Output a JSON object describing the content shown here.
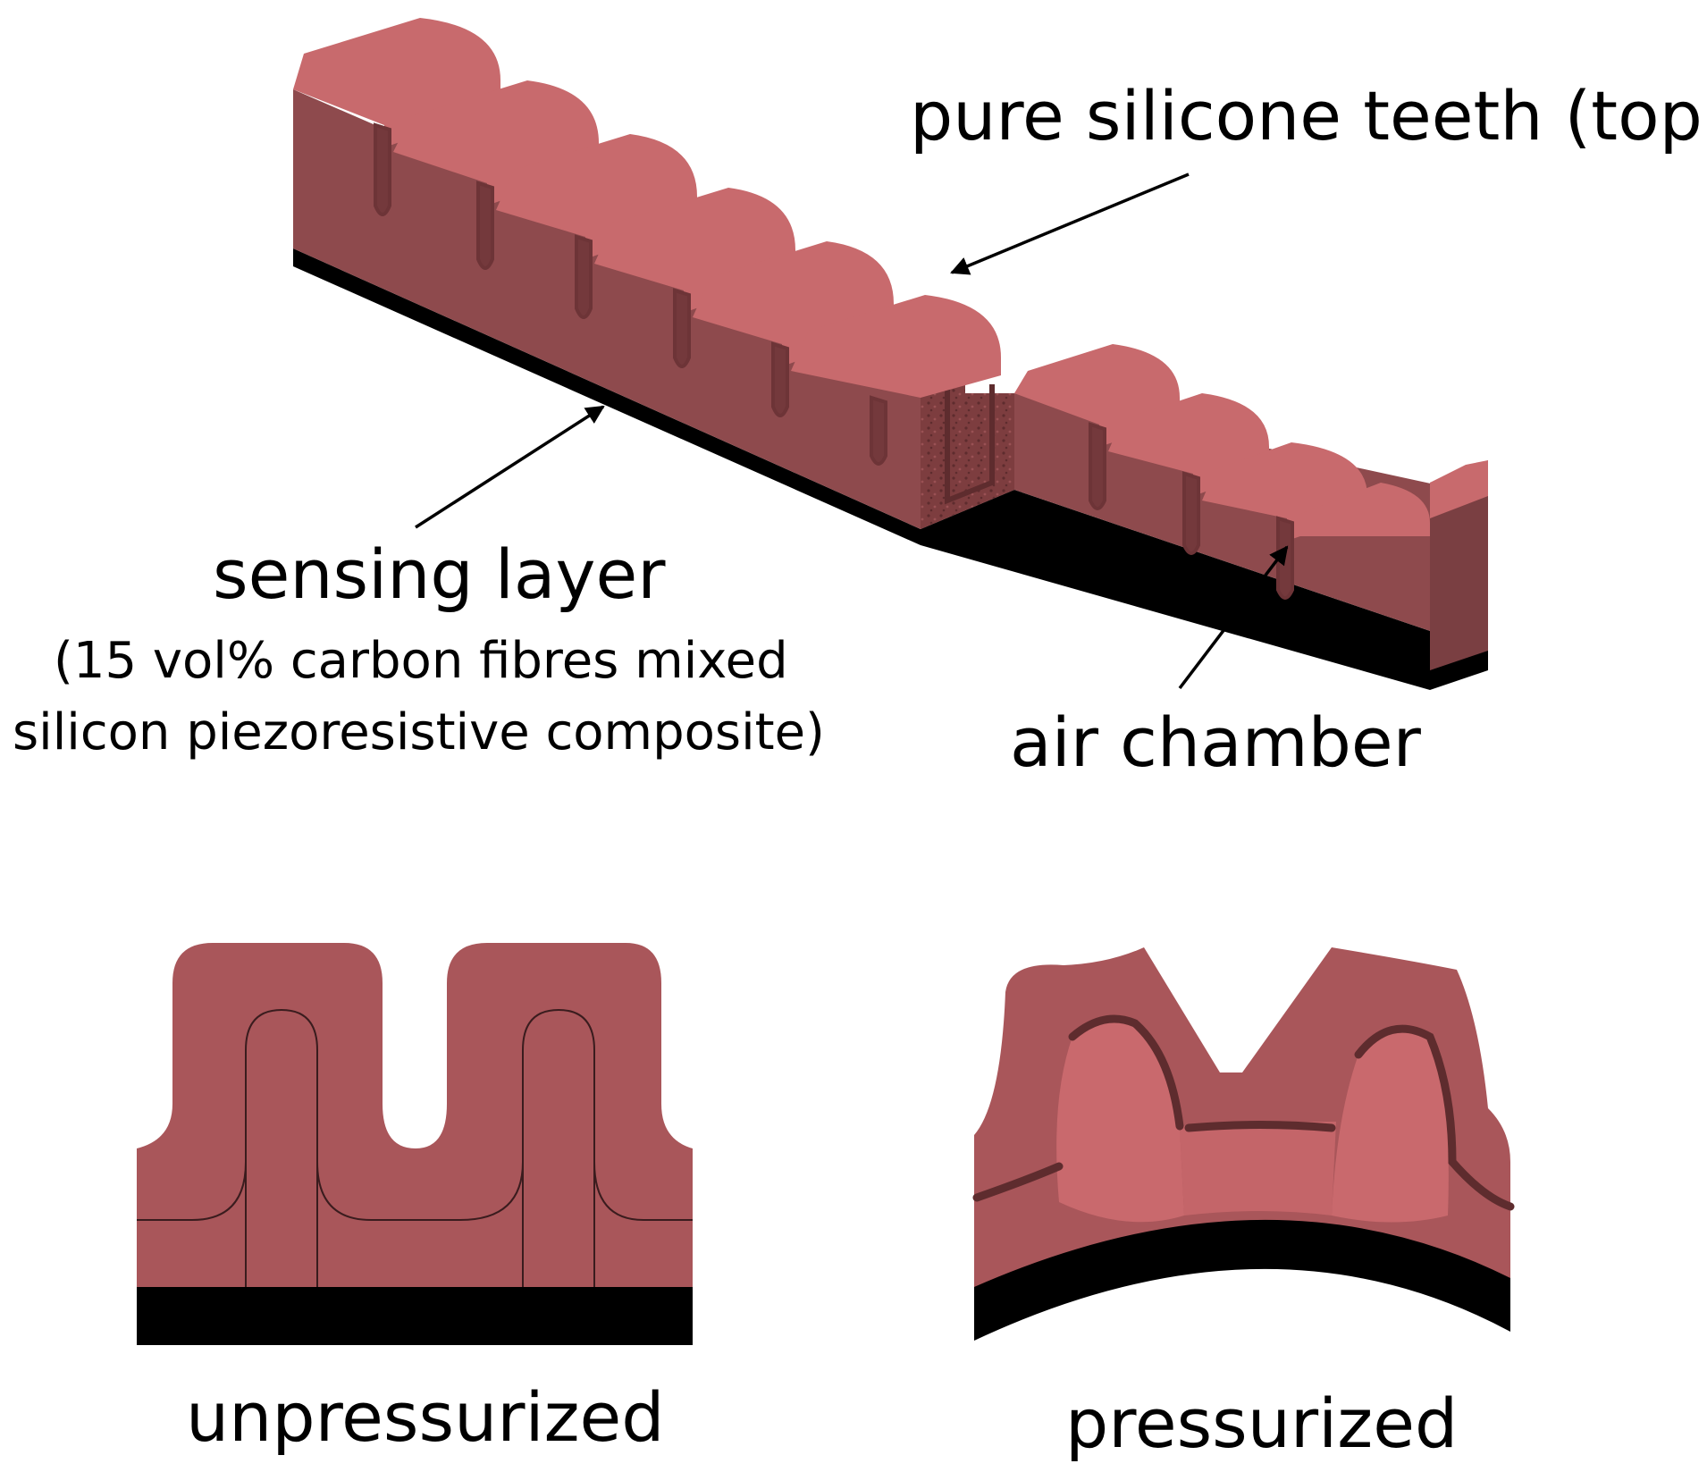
{
  "labels": {
    "teeth": "pure silicone teeth (top)",
    "sensing": "sensing layer",
    "sensing_detail_1": "(15 vol% carbon fibres mixed",
    "sensing_detail_2": "silicon piezoresistive composite)",
    "air": "air chamber",
    "unpressurized": "unpressurized",
    "pressurized": "pressurized"
  },
  "colors": {
    "silicone_face": "#a9565a",
    "silicone_top": "#c86a6d",
    "silicone_side": "#8e4a4d",
    "sensing_layer": "#000000",
    "cut_section": "#7d3d3f"
  }
}
